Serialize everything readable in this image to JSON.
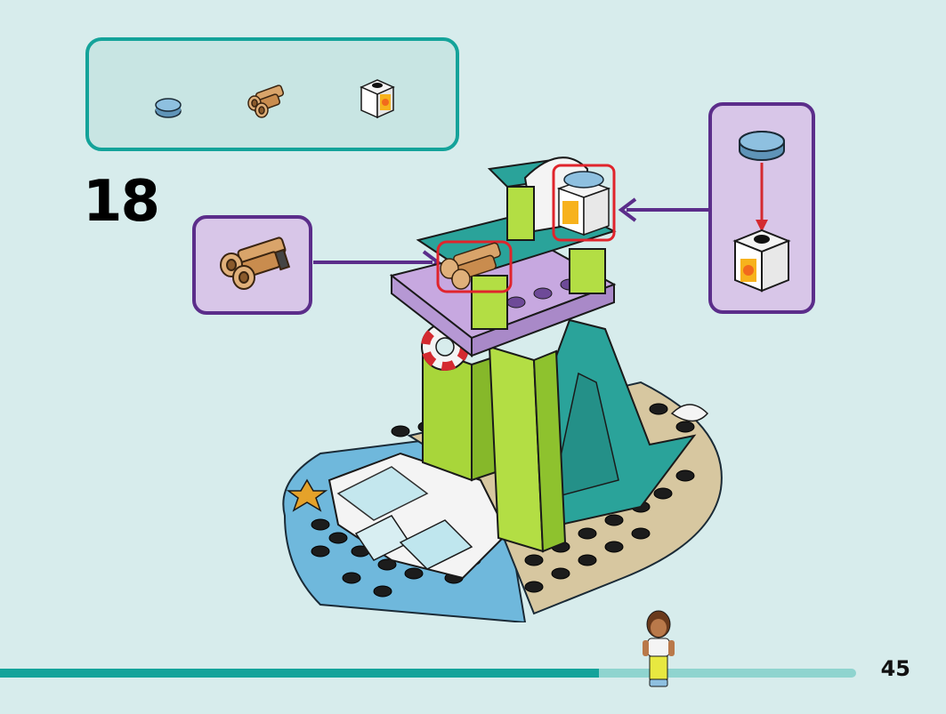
{
  "step": {
    "number": "18"
  },
  "page": {
    "number": "45",
    "progress": 0.7
  },
  "parts_list": [
    {
      "name": "round-tile-blue",
      "quantity": 1
    },
    {
      "name": "binoculars-brown",
      "quantity": 1
    },
    {
      "name": "printed-brick-white-sun",
      "quantity": 1
    }
  ],
  "colors": {
    "background": "#d7ecec",
    "parts_box_border": "#14a39a",
    "callout_border": "#5b2d8a",
    "callout_fill": "#d8c6e8",
    "highlight": "#e0242c"
  }
}
